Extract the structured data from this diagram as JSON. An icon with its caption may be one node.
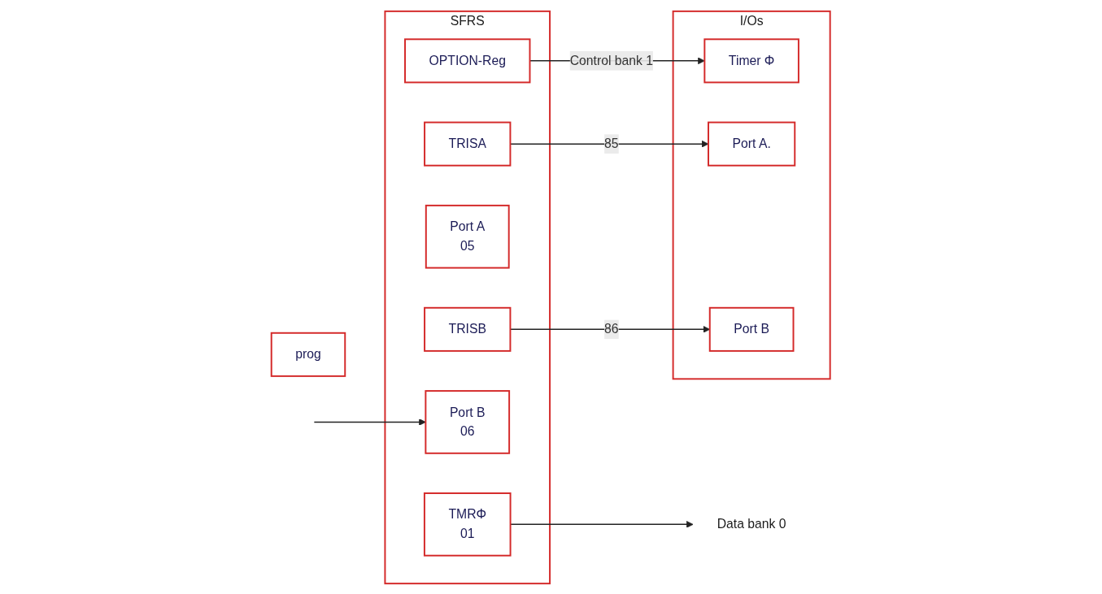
{
  "diagram": {
    "nodes": [
      {
        "text": [
          "prog"
        ]
      },
      {
        "text": [
          "SFRS"
        ]
      },
      {
        "text": [
          "TMRΦ",
          "01"
        ],
        "in": 1
      },
      {
        "text": [
          "OPTION-Reg"
        ],
        "in": 1
      },
      {
        "text": [
          "Port A",
          "05"
        ],
        "in": 1
      },
      {
        "text": [
          "TRISA"
        ],
        "in": 1
      },
      {
        "text": [
          "Port B",
          "06"
        ],
        "in": 1
      },
      {
        "text": [
          "TRISB"
        ],
        "in": 1
      },
      {
        "text": [
          "I/Os"
        ]
      },
      {
        "text": [
          "Timer Φ"
        ],
        "in": 8
      },
      {
        "text": [
          "Port A."
        ],
        "in": 8
      },
      {
        "text": [
          "Port B"
        ],
        "in": 8
      },
      {
        "text": [
          "Data bank 0"
        ]
      }
    ],
    "edges": [
      {
        "from": 2,
        "to": 12,
        "arrow": "to"
      },
      {
        "from": 3,
        "to": 9,
        "arrow": "to",
        "label": "Control bank 1"
      },
      {
        "from": 5,
        "to": 10,
        "arrow": "to",
        "label": "85"
      },
      {
        "from": 7,
        "to": 11,
        "arrow": "to",
        "label": "86"
      },
      {
        "from": null,
        "to": 6,
        "arrow": "to"
      }
    ]
  }
}
